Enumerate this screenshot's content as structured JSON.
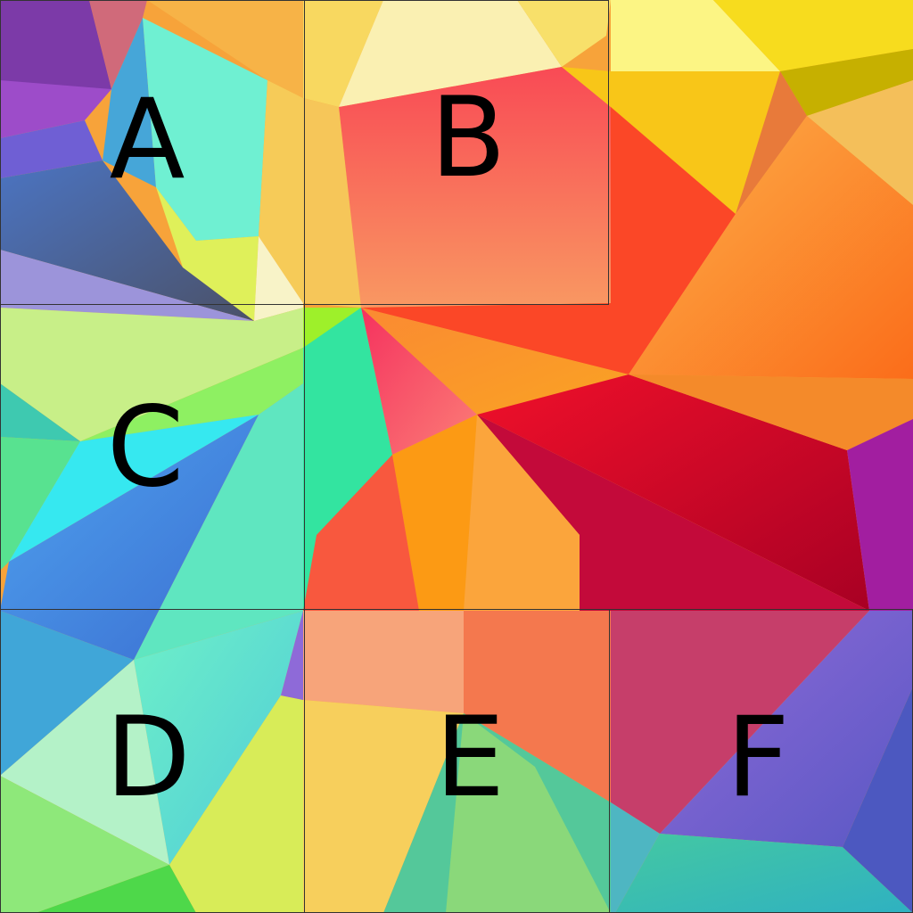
{
  "letters": [
    "A",
    "B",
    "C",
    "D",
    "E",
    "F"
  ],
  "colors": {
    "letter": "#000000",
    "outline": "#333333"
  }
}
